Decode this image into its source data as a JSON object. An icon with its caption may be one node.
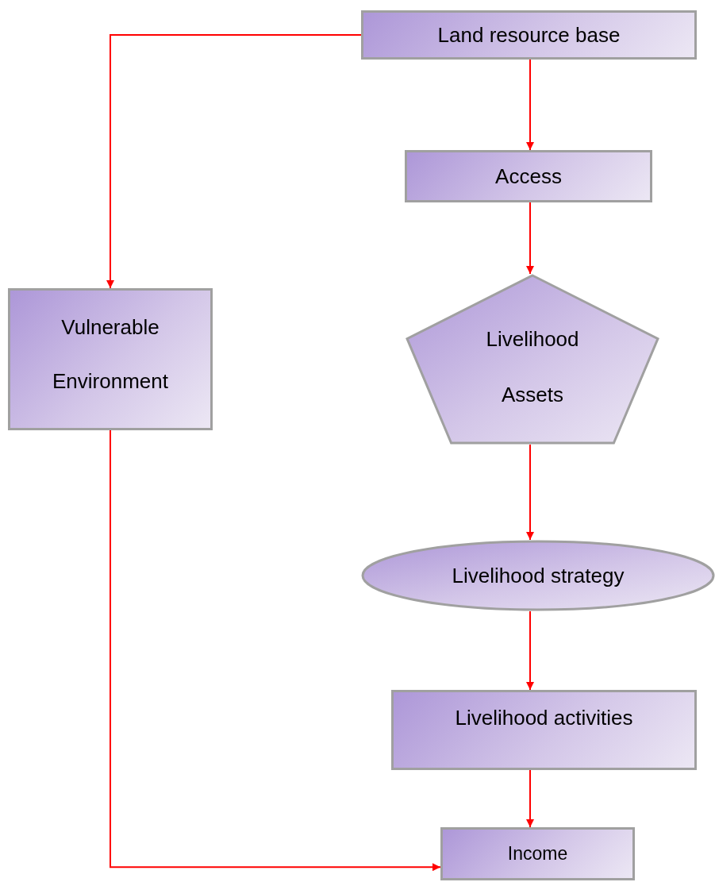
{
  "diagram": {
    "nodes": [
      {
        "text": [
          "Land resource base"
        ]
      },
      {
        "text": [
          "Access"
        ]
      },
      {
        "text": [
          "Vulnerable Environment"
        ]
      },
      {
        "text": [
          "Livelihood Assets"
        ]
      },
      {
        "text": [
          "Livelihood strategy"
        ]
      },
      {
        "text": [
          "Livelihood activities"
        ]
      },
      {
        "text": [
          "Income"
        ]
      }
    ],
    "edges": [
      {
        "from": 0,
        "to": 2,
        "arrow": "to"
      },
      {
        "from": 0,
        "to": 1,
        "arrow": "to"
      },
      {
        "from": 1,
        "to": 3,
        "arrow": "to"
      },
      {
        "from": 3,
        "to": 4,
        "arrow": "to"
      },
      {
        "from": 4,
        "to": 5,
        "arrow": "to"
      },
      {
        "from": 5,
        "to": 6,
        "arrow": "to"
      },
      {
        "from": 2,
        "to": 6,
        "arrow": "to"
      }
    ]
  }
}
